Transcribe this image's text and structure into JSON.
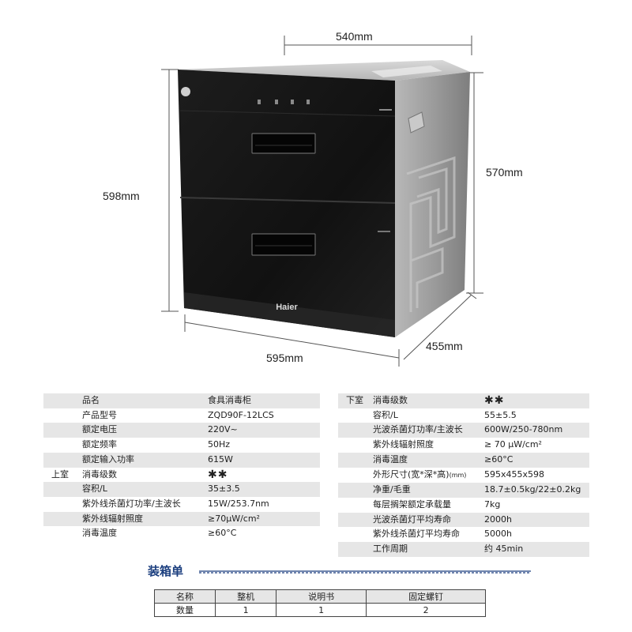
{
  "dimensions": {
    "top_width": "540mm",
    "front_height": "598mm",
    "side_height": "570mm",
    "bottom_width": "595mm",
    "depth": "455mm"
  },
  "product": {
    "brand": "Haier"
  },
  "spec_left": [
    {
      "group": "",
      "label": "品名",
      "value": "食具消毒柜",
      "shaded": true
    },
    {
      "group": "",
      "label": "产品型号",
      "value": "ZQD90F-12LCS",
      "shaded": false
    },
    {
      "group": "",
      "label": "额定电压",
      "value": "220V~",
      "shaded": true
    },
    {
      "group": "",
      "label": "额定频率",
      "value": "50Hz",
      "shaded": false
    },
    {
      "group": "",
      "label": "额定输入功率",
      "value": "615W",
      "shaded": true
    },
    {
      "group": "上室",
      "label": "消毒级数",
      "value": "✱✱",
      "shaded": false,
      "stars": true
    },
    {
      "group": "",
      "label": "容积/L",
      "value": "35±3.5",
      "shaded": true
    },
    {
      "group": "",
      "label": "紫外线杀菌灯功率/主波长",
      "value": "15W/253.7nm",
      "shaded": false
    },
    {
      "group": "",
      "label": "紫外线辐射照度",
      "value": "≥70μW/cm²",
      "shaded": true
    },
    {
      "group": "",
      "label": "消毒温度",
      "value": "≥60°C",
      "shaded": false
    }
  ],
  "spec_right": [
    {
      "group": "下室",
      "label": "消毒级数",
      "value": "✱✱",
      "shaded": true,
      "stars": true
    },
    {
      "group": "",
      "label": "容积/L",
      "value": "55±5.5",
      "shaded": false
    },
    {
      "group": "",
      "label": "光波杀菌灯功率/主波长",
      "value": "600W/250-780nm",
      "shaded": true
    },
    {
      "group": "",
      "label": "紫外线辐射照度",
      "value": "≥ 70 μW/cm²",
      "shaded": false
    },
    {
      "group": "",
      "label": "消毒温度",
      "value": "≥60°C",
      "shaded": true
    },
    {
      "group": "",
      "label": "外形尺寸(宽*深*高)",
      "unit": "(mm)",
      "value": "595x455x598",
      "shaded": false
    },
    {
      "group": "",
      "label": "净重/毛重",
      "value": "18.7±0.5kg/22±0.2kg",
      "shaded": true
    },
    {
      "group": "",
      "label": "每层搁架额定承载量",
      "value": "7kg",
      "shaded": false
    },
    {
      "group": "",
      "label": "光波杀菌灯平均寿命",
      "value": "2000h",
      "shaded": true
    },
    {
      "group": "",
      "label": "紫外线杀菌灯平均寿命",
      "value": "5000h",
      "shaded": false
    },
    {
      "group": "",
      "label": "工作周期",
      "value": "约 45min",
      "shaded": true
    }
  ],
  "packing": {
    "title": "装箱单",
    "headers": [
      "名称",
      "整机",
      "说明书",
      "固定螺钉"
    ],
    "row": [
      "数量",
      "1",
      "1",
      "2"
    ]
  },
  "colors": {
    "accent": "#1c3f7f",
    "cabinet_front": "#121212",
    "cabinet_side": "#9a9a9a",
    "row_shade": "#e6e6e6"
  }
}
